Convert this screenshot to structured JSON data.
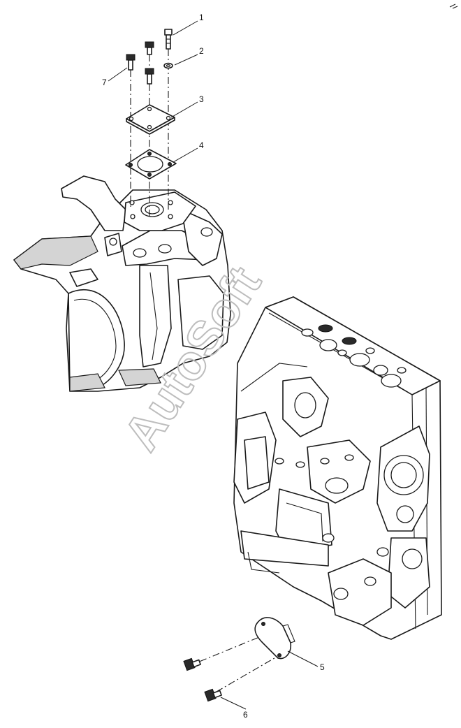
{
  "diagram": {
    "callouts": [
      {
        "id": "c1",
        "label": "1"
      },
      {
        "id": "c2",
        "label": "2"
      },
      {
        "id": "c3",
        "label": "3"
      },
      {
        "id": "c4",
        "label": "4"
      },
      {
        "id": "c5",
        "label": "5"
      },
      {
        "id": "c6",
        "label": "6"
      },
      {
        "id": "c7",
        "label": "7"
      }
    ],
    "watermark": "AutoSoft",
    "colors": {
      "line": "#1a1a1a",
      "background": "#ffffff",
      "watermark": "#bdbdbd"
    }
  }
}
